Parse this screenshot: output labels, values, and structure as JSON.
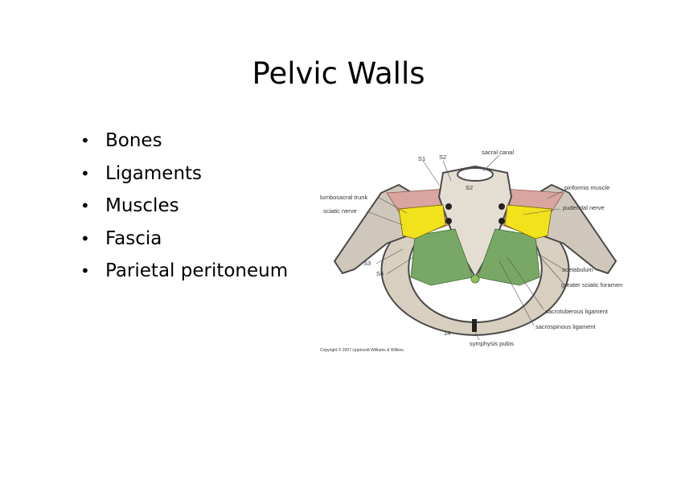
{
  "slide": {
    "title": "Pelvic Walls",
    "bullets": [
      "Bones",
      "Ligaments",
      "Muscles",
      "Fascia",
      "Parietal peritoneum"
    ]
  },
  "figure": {
    "labels": {
      "sacral_canal": "sacral canal",
      "s1": "S1",
      "s2_top": "S2",
      "s2_inner": "S2",
      "lumbosacral_trunk": "lumbosacral trunk",
      "sciatic_nerve": "sciatic nerve",
      "piriformis_muscle": "piriformis muscle",
      "pudendal_nerve": "pudendal nerve",
      "s3": "S3",
      "s4": "S4",
      "acetabulum": "acetabulum",
      "greater_sciatic_foramen": "greater sciatic foramen",
      "sacrotuberous_ligament": "sacrotuberous ligament",
      "sacrospinous_ligament": "sacrospinous ligament",
      "symphysis_pubis": "symphysis pubis",
      "figure_number": "14"
    },
    "copyright": "Copyright © 2007 Lippincott Williams & Wilkins.",
    "colors": {
      "bone": "#d9cfc0",
      "bone_edge": "#4a4a4a",
      "muscle_red": "#d9a59e",
      "muscle_green": "#79a866",
      "nerve_yellow": "#f2e21c"
    }
  }
}
